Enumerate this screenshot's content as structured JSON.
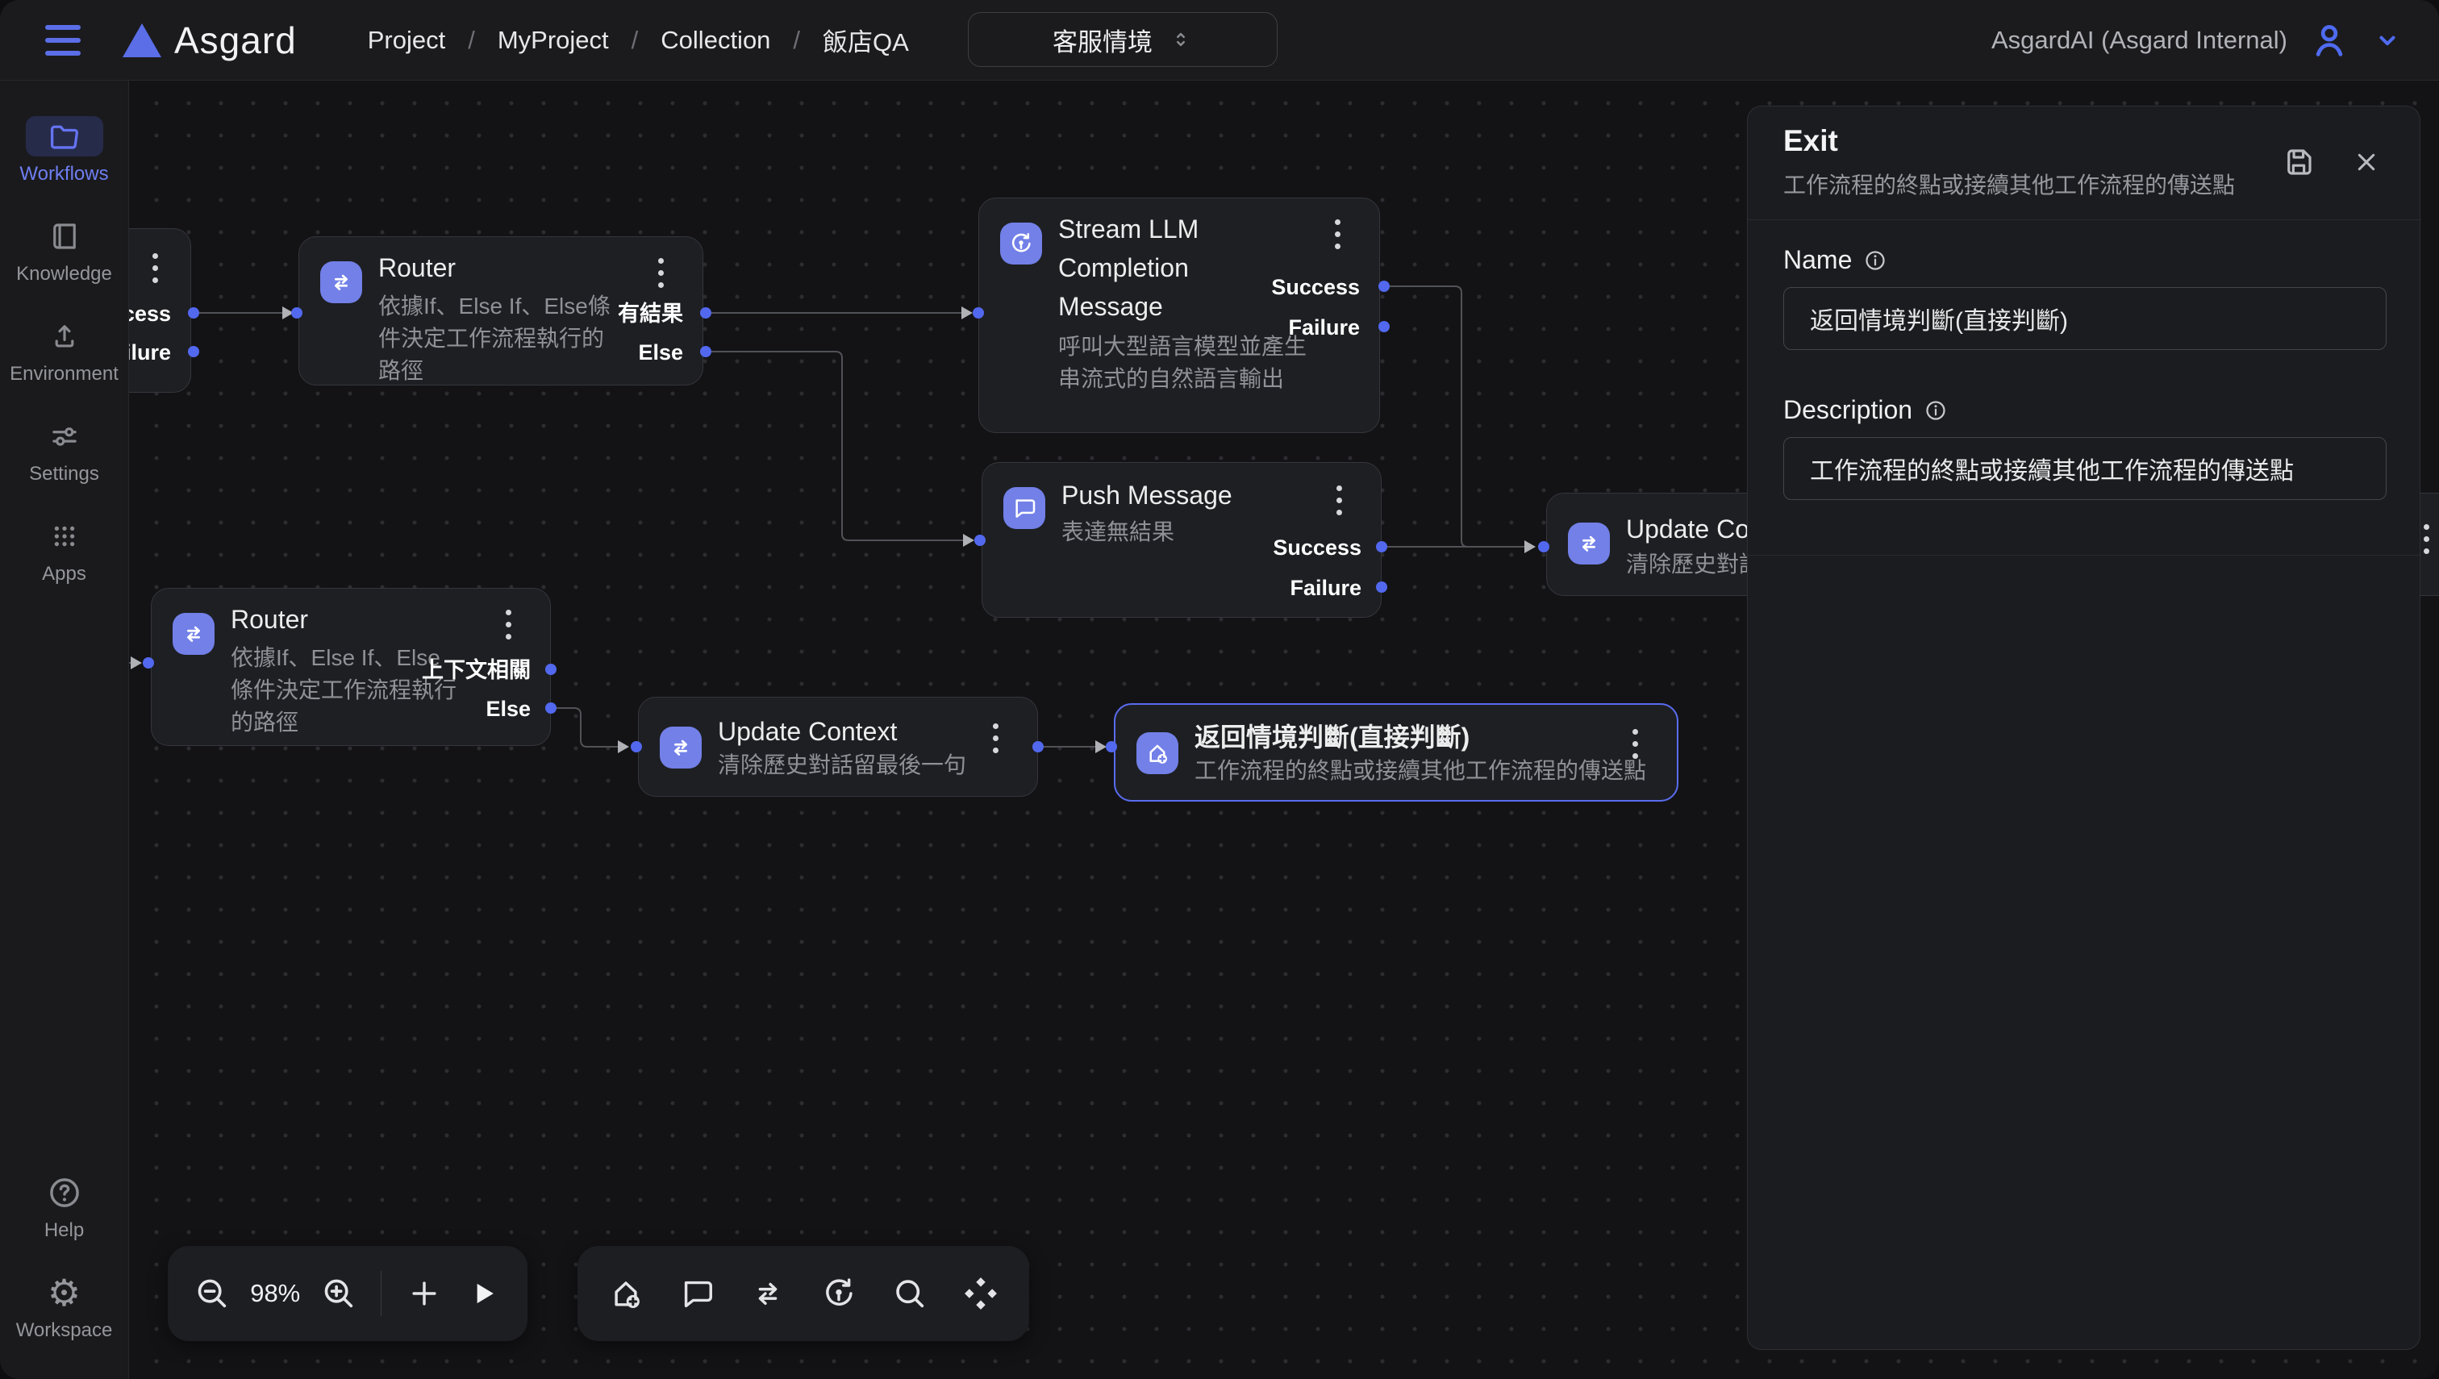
{
  "topbar": {
    "logo": "Asgard",
    "breadcrumbs": [
      "Project",
      "MyProject",
      "Collection",
      "飯店QA"
    ],
    "environment_selector": "客服情境",
    "account": "AsgardAI (Asgard Internal)"
  },
  "sidebar": {
    "items": [
      {
        "label": "Workflows",
        "active": true
      },
      {
        "label": "Knowledge"
      },
      {
        "label": "Environment"
      },
      {
        "label": "Settings"
      },
      {
        "label": "Apps"
      }
    ],
    "footer": [
      {
        "label": "Help"
      },
      {
        "label": "Workspace"
      }
    ]
  },
  "icons": {
    "workspace_gear": "⚙",
    "help_qmark": "?"
  },
  "canvas": {
    "zoom_level": "98%",
    "nodes": [
      {
        "id": "hidden-left",
        "ports_out": [
          "Success",
          "Failure"
        ]
      },
      {
        "id": "router-1",
        "title": "Router",
        "desc": "依據If、Else If、Else條件決定工作流程執行的路徑",
        "ports_out": [
          "有結果",
          "Else"
        ]
      },
      {
        "id": "stream-llm",
        "title": "Stream LLM Completion Message",
        "desc": "呼叫大型語言模型並產生串流式的自然語言輸出",
        "ports_out": [
          "Success",
          "Failure"
        ]
      },
      {
        "id": "push-message",
        "title": "Push Message",
        "desc": "表達無結果",
        "ports_out": [
          "Success",
          "Failure"
        ]
      },
      {
        "id": "router-2",
        "title": "Router",
        "desc": "依據If、Else If、Else條件決定工作流程執行的路徑",
        "ports_out": [
          "上下文相關",
          "Else"
        ]
      },
      {
        "id": "update-context",
        "title": "Update Context",
        "desc": "清除歷史對話留最後一句"
      },
      {
        "id": "exit-node",
        "title": "返回情境判斷(直接判斷)",
        "desc": "工作流程的終點或接續其他工作流程的傳送點",
        "selected": true
      },
      {
        "id": "update-context-2",
        "title": "Update Context",
        "desc": "清除歷史對話留最後一句"
      }
    ]
  },
  "panel": {
    "title": "Exit",
    "subtitle": "工作流程的終點或接續其他工作流程的傳送點",
    "name_label": "Name",
    "name_value": "返回情境判斷(直接判斷)",
    "description_label": "Description",
    "description_value": "工作流程的終點或接續其他工作流程的傳送點"
  },
  "colors": {
    "accent": "#5b6ee8",
    "node_icon": "#7280e8",
    "port_dot": "#5268ee",
    "selected_border": "#5a6cf0",
    "canvas_bg": "#131316",
    "node_bg": "#1e1f23",
    "panel_bg": "#1b1c1f"
  }
}
